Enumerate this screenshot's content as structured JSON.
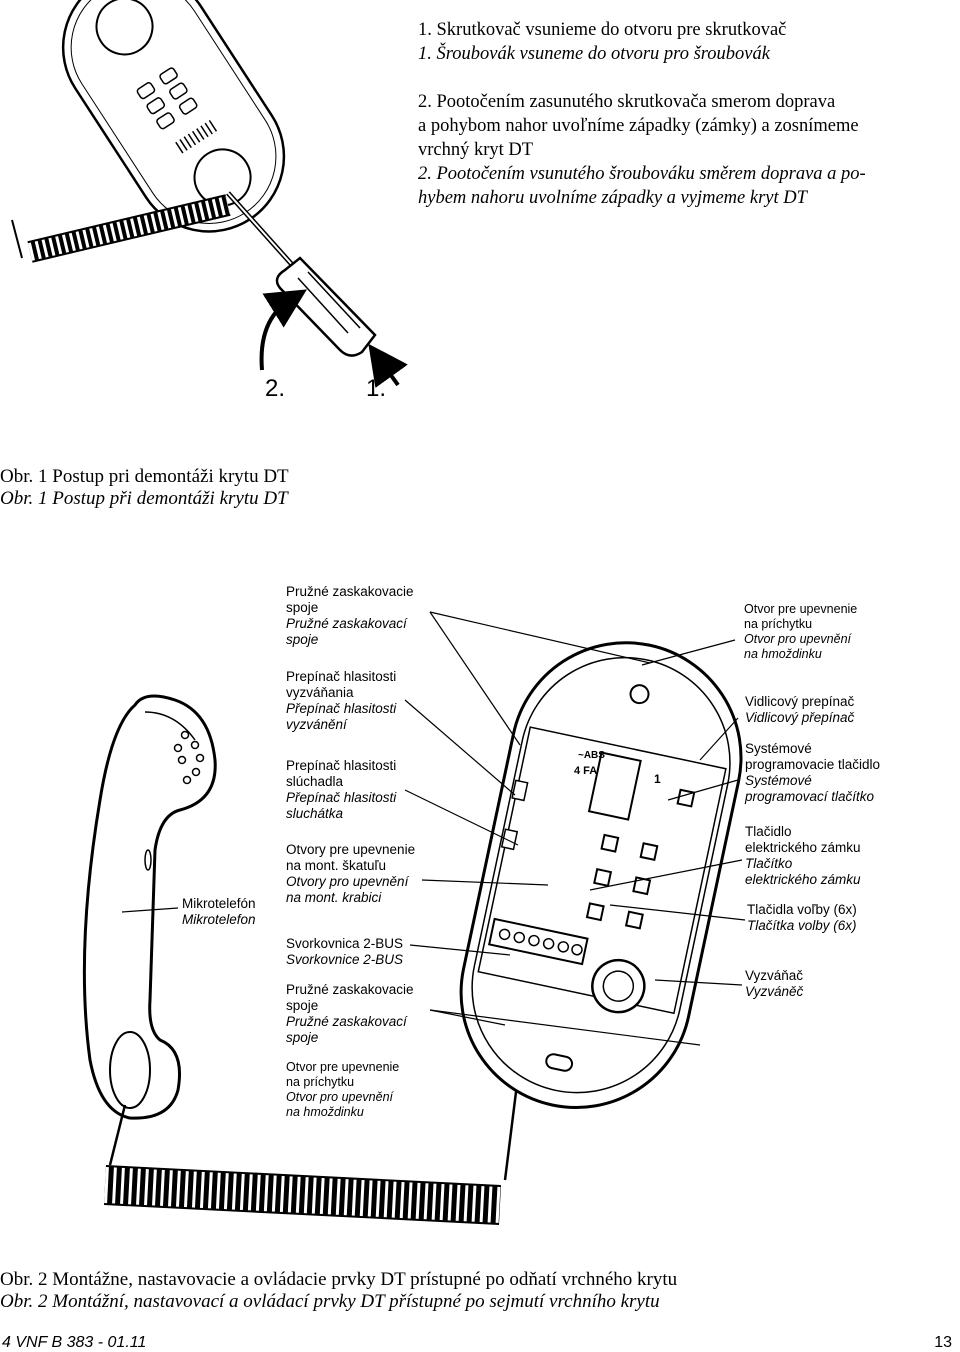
{
  "instructions": {
    "step1_sk": "1. Skrutkovač vsunieme do otvoru pre skrutkovač",
    "step1_cz": "1. Šroubovák vsuneme do otvoru pro šroubovák",
    "step2_sk_l1": "2. Pootočením zasunutého skrutkovača smerom doprava",
    "step2_sk_l2": "a pohybom nahor uvoľníme západky (zámky) a zosnímeme",
    "step2_sk_l3": "vrchný kryt DT",
    "step2_cz_l1": "2. Pootočením vsunutého šroubováku směrem doprava  a po-",
    "step2_cz_l2": "hybem nahoru uvolníme západky a vyjmeme kryt DT"
  },
  "figure1": {
    "marker_2": "2.",
    "marker_1": "1.",
    "caption_sk": "Obr. 1 Postup pri demontáži krytu DT",
    "caption_cz": "Obr. 1 Postup při demontáži krytu DT"
  },
  "figure2": {
    "labels_center": [
      {
        "sk": [
          "Pružné zaskakovacie",
          "spoje"
        ],
        "cz": [
          "Pružné zaskakovací",
          "spoje"
        ]
      },
      {
        "sk": [
          "Prepínač hlasitosti",
          "vyzváňania"
        ],
        "cz": [
          "Přepínač hlasitosti",
          "vyzvánění"
        ]
      },
      {
        "sk": [
          "Prepínač hlasitosti",
          "slúchadla"
        ],
        "cz": [
          "Přepínač hlasitosti",
          "sluchátka"
        ]
      },
      {
        "sk": [
          "Otvory pre upevnenie",
          "na mont. škatuľu"
        ],
        "cz": [
          "Otvory pro upevnění",
          "na mont. krabici"
        ]
      },
      {
        "sk": [
          "Svorkovnica 2-BUS"
        ],
        "cz": [
          "Svorkovnice 2-BUS"
        ]
      },
      {
        "sk": [
          "Pružné zaskakovacie",
          "spoje"
        ],
        "cz": [
          "Pružné zaskakovací",
          "spoje"
        ]
      },
      {
        "sk": [
          "Otvor pre upevnenie",
          "na príchytku"
        ],
        "cz": [
          "Otvor pro upevnění",
          "na hmoždinku"
        ]
      }
    ],
    "labels_right": [
      {
        "sk": [
          "Otvor pre upevnenie",
          "na príchytku"
        ],
        "cz": [
          "Otvor pro upevnění",
          "na hmoždinku"
        ]
      },
      {
        "sk": [
          "Vidlicový prepínač"
        ],
        "cz": [
          "Vidlicový přepínač"
        ]
      },
      {
        "sk": [
          "Systémové",
          "programovacie tlačidlo"
        ],
        "cz": [
          "Systémové",
          "programovací tlačítko"
        ]
      },
      {
        "sk": [
          "Tlačidlo",
          "elektrického zámku"
        ],
        "cz": [
          "Tlačítko",
          "elektrického zámku"
        ]
      },
      {
        "sk": [
          "Tlačidla voľby (6x)"
        ],
        "cz": [
          "Tlačítka volby (6x)"
        ]
      },
      {
        "sk": [
          "Vyzváňač"
        ],
        "cz": [
          "Vyzváněč"
        ]
      }
    ],
    "label_left": {
      "sk": "Mikrotelefón",
      "cz": "Mikrotelefon"
    },
    "board_text_1": "~ABS",
    "board_text_2": "4 FA",
    "board_number": "1",
    "caption_sk": "Obr. 2 Montážne, nastavovacie a ovládacie prvky DT prístupné po odňatí vrchného krytu",
    "caption_cz": "Obr. 2 Montážní, nastavovací a ovládací prvky DT přístupné po sejmutí vrchního krytu"
  },
  "footer": {
    "doc_id": "4 VNF B 383  -  01.11",
    "page_number": "13"
  }
}
